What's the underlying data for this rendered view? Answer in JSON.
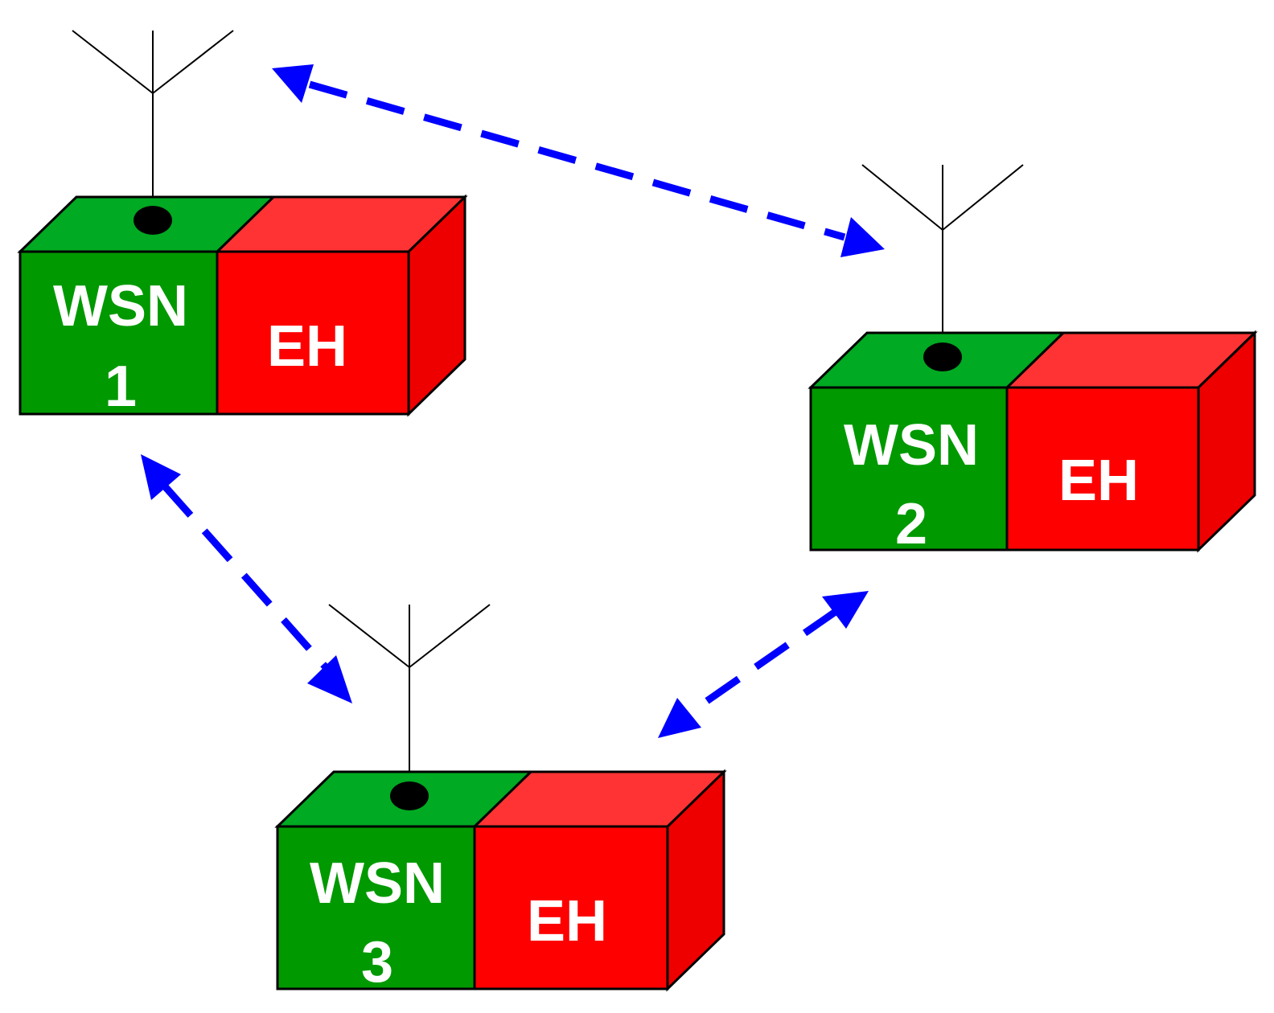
{
  "colors": {
    "wsn_front": "#009900",
    "wsn_top": "#00aa22",
    "eh_front": "#ff0000",
    "eh_top": "#ff3333",
    "eh_side": "#ee0000",
    "link": "#0000ff",
    "outline": "#000000",
    "label": "#ffffff",
    "antenna": "#000000"
  },
  "nodes": [
    {
      "id": "wsn-1",
      "wsn_label_line1": "WSN",
      "wsn_label_line2": "1",
      "eh_label": "EH"
    },
    {
      "id": "wsn-2",
      "wsn_label_line1": "WSN",
      "wsn_label_line2": "2",
      "eh_label": "EH"
    },
    {
      "id": "wsn-3",
      "wsn_label_line1": "WSN",
      "wsn_label_line2": "3",
      "eh_label": "EH"
    }
  ],
  "links": [
    {
      "from": "wsn-1",
      "to": "wsn-2",
      "type": "bidirectional-dashed"
    },
    {
      "from": "wsn-1",
      "to": "wsn-3",
      "type": "bidirectional-dashed"
    },
    {
      "from": "wsn-2",
      "to": "wsn-3",
      "type": "bidirectional-dashed"
    }
  ],
  "icons": {
    "antenna": "antenna-icon"
  }
}
